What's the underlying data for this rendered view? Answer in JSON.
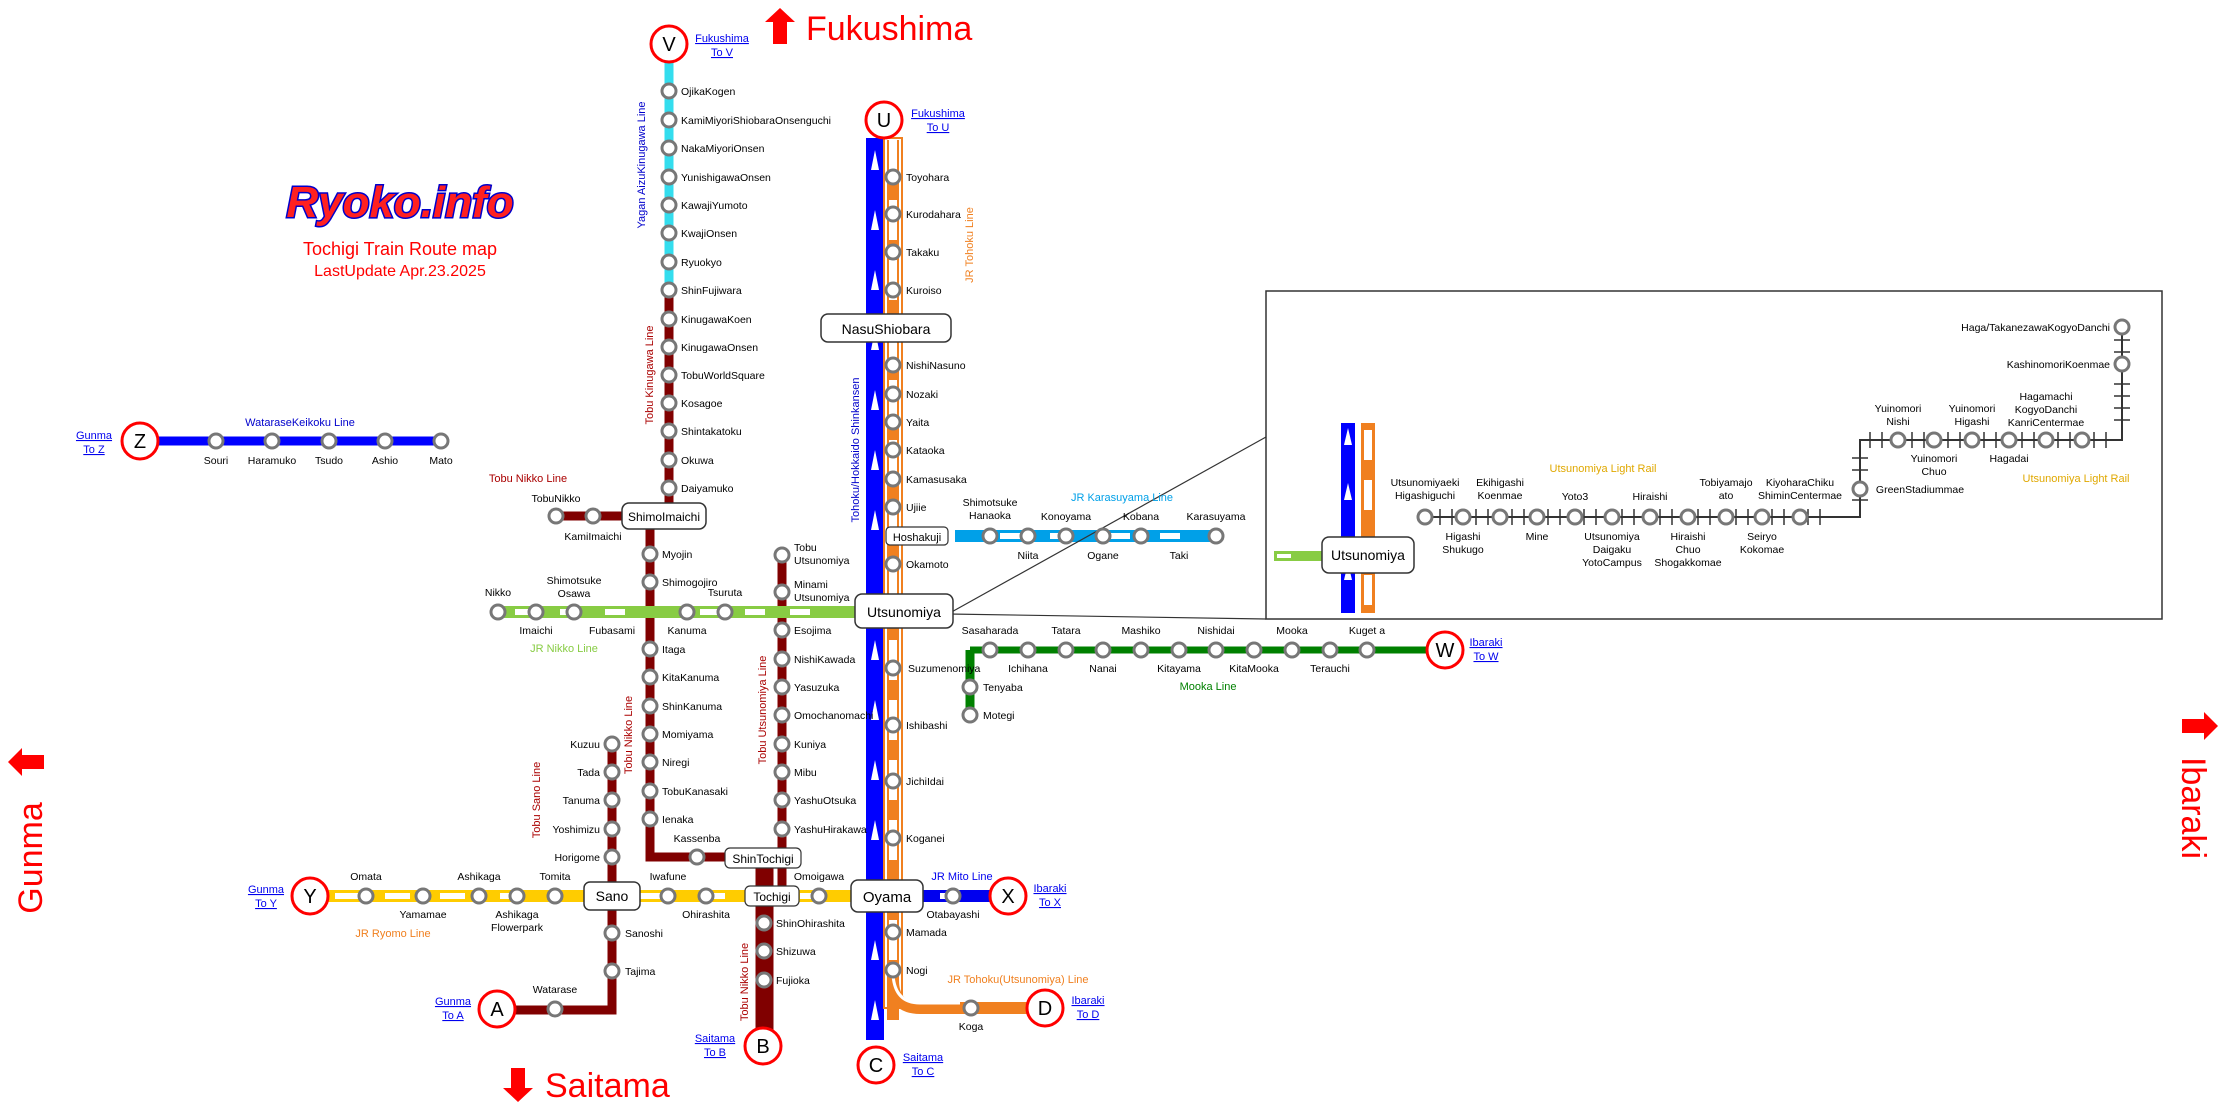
{
  "header": {
    "logo": "Ryoko.info",
    "title": "Tochigi Train Route map",
    "updated": "LastUpdate Apr.23.2025"
  },
  "directions": {
    "north": "Fukushima",
    "south": "Saitama",
    "west": "Gunma",
    "east": "Ibaraki"
  },
  "colors": {
    "shinkansen": "#0000ff",
    "jr_tohoku": "#f08020",
    "jr_ryomo": "#ffcc00",
    "jr_nikko": "#88cc44",
    "karasuyama": "#00a0e8",
    "mito": "#0000ee",
    "mooka": "#008000",
    "tobu": "#800000",
    "yagan": "#33ddee",
    "watarase": "#0000ff",
    "terminal": "#ff0000",
    "line_label_tobu": "#aa0000",
    "light_rail": "#e0a800"
  },
  "terminals": [
    {
      "letter": "V",
      "link1": "Fukushima",
      "link2": "To V"
    },
    {
      "letter": "U",
      "link1": "Fukushima",
      "link2": "To U"
    },
    {
      "letter": "Z",
      "link1": "Gunma",
      "link2": "To Z"
    },
    {
      "letter": "Y",
      "link1": "Gunma",
      "link2": "To Y"
    },
    {
      "letter": "A",
      "link1": "Gunma",
      "link2": "To A"
    },
    {
      "letter": "B",
      "link1": "Saitama",
      "link2": "To B"
    },
    {
      "letter": "C",
      "link1": "Saitama",
      "link2": "To C"
    },
    {
      "letter": "D",
      "link1": "Ibaraki",
      "link2": "To D"
    },
    {
      "letter": "X",
      "link1": "Ibaraki",
      "link2": "To X"
    },
    {
      "letter": "W",
      "link1": "Ibaraki",
      "link2": "To W"
    }
  ],
  "hubs": [
    "NasuShiobara",
    "ShimoImaichi",
    "Utsunomiya",
    "Hoshakuji",
    "ShinTochigi",
    "Sano",
    "Tochigi",
    "Oyama",
    "Utsunomiya"
  ],
  "line_labels": [
    "Yagan AizuKinugawa Line",
    "JR Tohoku Line",
    "Tohoku/Hokkaido Shinkansen",
    "Tobu Kinugawa Line",
    "WataraseKeikoku Line",
    "Tobu Nikko Line",
    "JR Nikko Line",
    "JR Karasuyama Line",
    "Tobu Utsunomiya Line",
    "Tobu Nikko Line",
    "Tobu Sano Line",
    "JR Ryomo Line",
    "Tobu Nikko Line",
    "JR Tohoku(Utsunomiya) Line",
    "Mooka Line",
    "JR Mito Line",
    "Utsunomiya Light Rail",
    "Utsunomiya Light Rail"
  ],
  "stations": [
    "OjikaKogen",
    "KamiMiyoriShiobaraOnsenguchi",
    "NakaMiyoriOnsen",
    "YunishigawaOnsen",
    "KawajiYumoto",
    "KwajiOnsen",
    "Ryuokyo",
    "ShinFujiwara",
    "KinugawaKoen",
    "KinugawaOnsen",
    "TobuWorldSquare",
    "Kosagoe",
    "Shintakatoku",
    "Okuwa",
    "Daiyamuko",
    "Toyohara",
    "Kurodahara",
    "Takaku",
    "Kuroiso",
    "NishiNasuno",
    "Nozaki",
    "Yaita",
    "Kataoka",
    "Kamasusaka",
    "Ujiie",
    "Okamoto",
    "Suzumenomiya",
    "Ishibashi",
    "JichiIdai",
    "Koganei",
    "Mamada",
    "Nogi",
    "Souri",
    "Haramuko",
    "Tsudo",
    "Ashio",
    "Mato",
    "TobuNikko",
    "KamiImaichi",
    "Myojin",
    "Shimogojiro",
    "Nikko",
    "Imaichi",
    "Shimotsuke Osawa",
    "Fubasami",
    "Kanuma",
    "Tsuruta",
    "Itaga",
    "KitaKanuma",
    "ShinKanuma",
    "Momiyama",
    "Niregi",
    "TobuKanasaki",
    "Ienaka",
    "Kassenba",
    "Tobu Utsunomiya",
    "Minami Utsunomiya",
    "Esojima",
    "NishiKawada",
    "Yasuzuka",
    "Omochanomachi",
    "Kuniya",
    "Mibu",
    "YashuOtsuka",
    "YashuHirakawa",
    "Shimotsuke Hanaoka",
    "Niita",
    "Konoyama",
    "Ogane",
    "Kobana",
    "Karasuyama",
    "Taki",
    "Sasaharada",
    "Ichihana",
    "Tatara",
    "Nanai",
    "Mashiko",
    "Kitayama",
    "Nishidai",
    "KitaMooka",
    "Mooka",
    "Terauchi",
    "Kuget a",
    "Tenyaba",
    "Motegi",
    "Kuzuu",
    "Tada",
    "Tanuma",
    "Yoshimizu",
    "Horigome",
    "Sanoshi",
    "Tajima",
    "Watarase",
    "Omata",
    "Yamamae",
    "Ashikaga",
    "Ashikaga Flowerpark",
    "Tomita",
    "Iwafune",
    "Ohirashita",
    "Omoigawa",
    "Otabayashi",
    "Koga",
    "ShinOhirashita",
    "Shizuwa",
    "Fujioka",
    "Utsunomiyaeki Higashiguchi",
    "Higashi Shukugo",
    "Ekihigashi Koenmae",
    "Mine",
    "Yoto3",
    "Utsunomiya Daigaku YotoCampus",
    "Hiraishi",
    "Hiraishi Chuo Shogakkomae",
    "Tobiyamajo ato",
    "Seiryo Kokomae",
    "KiyoharaChiku ShiminCentermae",
    "GreenStadiummae",
    "Yuinomori Nishi",
    "Yuinomori Chuo",
    "Yuinomori Higashi",
    "Hagadai",
    "Hagamachi KogyoDanchi KanriCentermae",
    "KashinomoriKoenmae",
    "Haga/TakanezawaKogyoDanchi"
  ]
}
